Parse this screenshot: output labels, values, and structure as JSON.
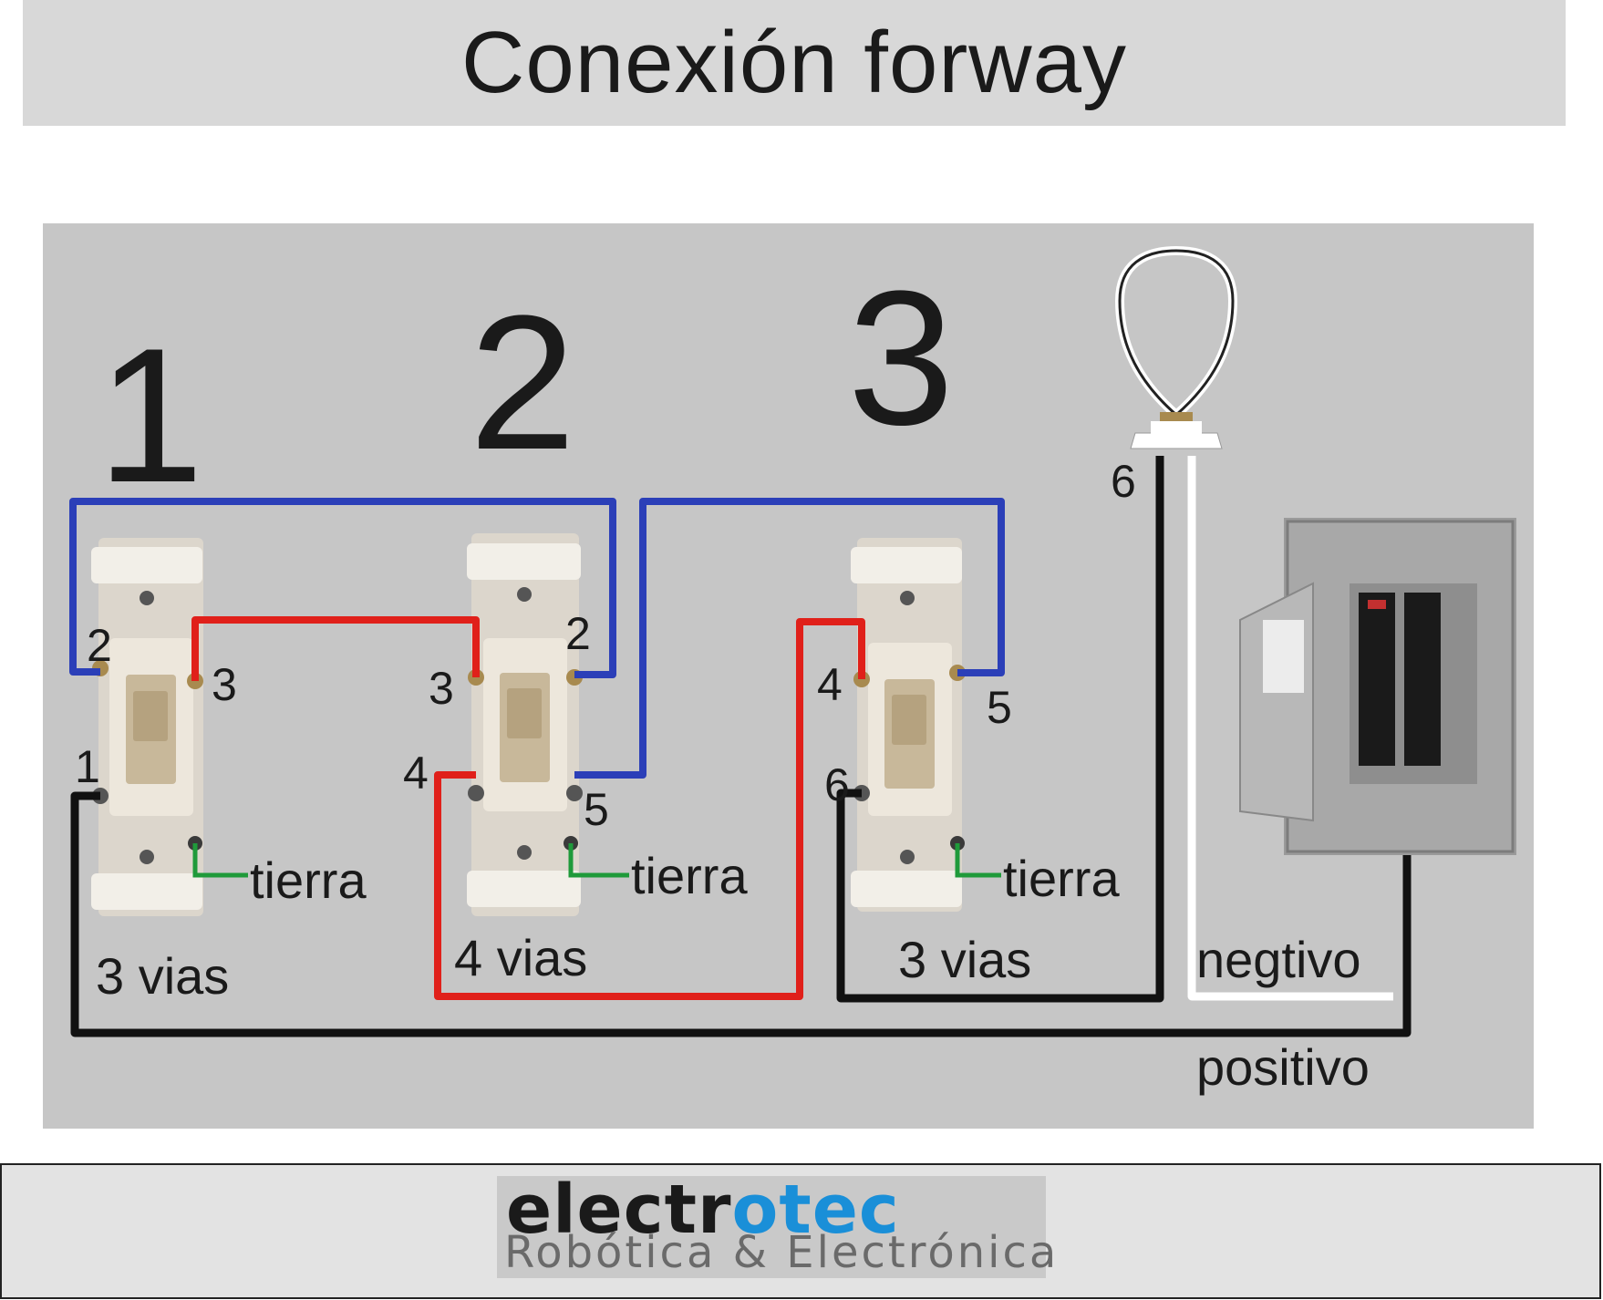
{
  "title": "Conexión forway",
  "switches": {
    "numbers": [
      "1",
      "2",
      "3"
    ],
    "types": [
      "3 vias",
      "4 vias",
      "3 vias"
    ]
  },
  "terminals": {
    "s1": [
      "2",
      "3",
      "1"
    ],
    "s2": [
      "3",
      "2",
      "4",
      "5"
    ],
    "s3": [
      "4",
      "5",
      "6"
    ],
    "lamp": "6"
  },
  "labels": {
    "ground": "tierra",
    "negative": "negtivo",
    "positive": "positivo"
  },
  "wire_colors": {
    "traveler_a": "#2b3fb8",
    "traveler_b": "#e0201a",
    "ground": "#1f9a3a",
    "hot": "#111111",
    "neutral": "#ffffff"
  },
  "footer": {
    "brand_part1": "electr",
    "brand_part2": "o",
    "brand_part3": "tec",
    "tagline": "Robótica & Electrónica"
  }
}
